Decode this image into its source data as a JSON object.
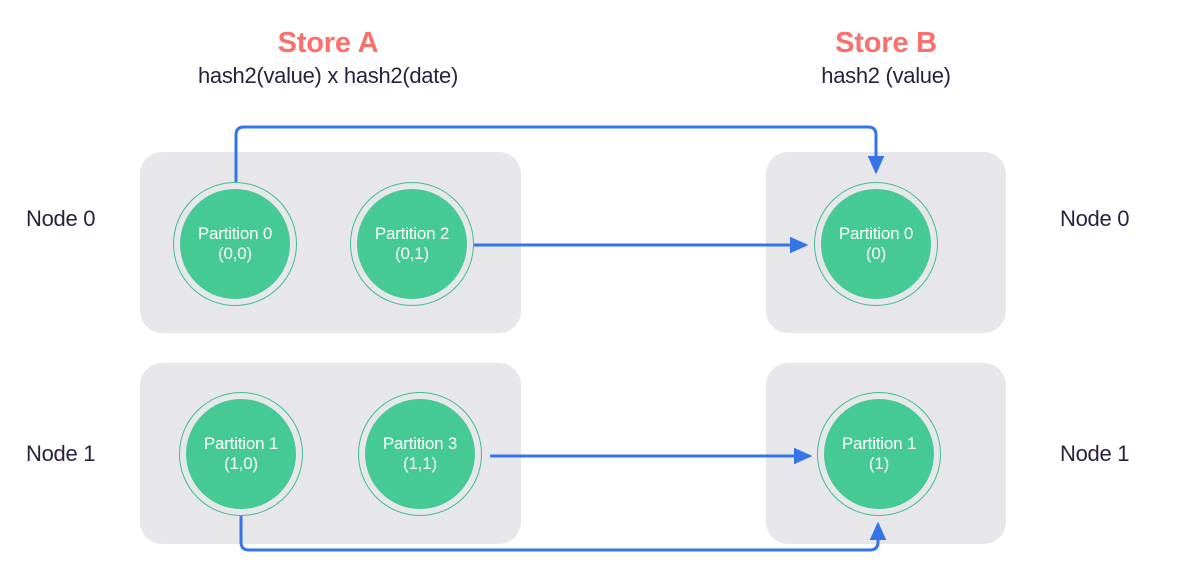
{
  "diagram": {
    "title_left": "Store A",
    "title_right": "Store B",
    "stores": [
      {
        "name": "Store A",
        "hash_expr": "hash2(value) x hash2(date)"
      },
      {
        "name": "Store B",
        "hash_expr": "hash2 (value)"
      }
    ],
    "node_labels_left": [
      "Node 0",
      "Node 1"
    ],
    "node_labels_right": [
      "Node 0",
      "Node 1"
    ],
    "store_a_partitions": [
      {
        "name": "Partition 0",
        "key": "(0,0)",
        "node": "Node 0"
      },
      {
        "name": "Partition 2",
        "key": "(0,1)",
        "node": "Node 0"
      },
      {
        "name": "Partition 1",
        "key": "(1,0)",
        "node": "Node 1"
      },
      {
        "name": "Partition 3",
        "key": "(1,1)",
        "node": "Node 1"
      }
    ],
    "store_b_partitions": [
      {
        "name": "Partition 0",
        "key": "(0)",
        "node": "Node 0"
      },
      {
        "name": "Partition 1",
        "key": "(1)",
        "node": "Node 1"
      }
    ],
    "connections": [
      {
        "from": "Partition 0 (0,0)",
        "to": "Partition 0 (0)",
        "routing": "up-over-down"
      },
      {
        "from": "Partition 2 (0,1)",
        "to": "Partition 0 (0)",
        "routing": "straight"
      },
      {
        "from": "Partition 3 (1,1)",
        "to": "Partition 1 (1)",
        "routing": "straight"
      },
      {
        "from": "Partition 1 (1,0)",
        "to": "Partition 1 (1)",
        "routing": "down-over-up"
      }
    ],
    "colors": {
      "store_title": "#FB6F6C",
      "text": "#2A2140",
      "partition_fill": "#45C995",
      "partition_ring": "#3FBD8E",
      "panel": "#E7E7EB",
      "arrow": "#3575E8",
      "background": "#FFFFFF"
    }
  }
}
